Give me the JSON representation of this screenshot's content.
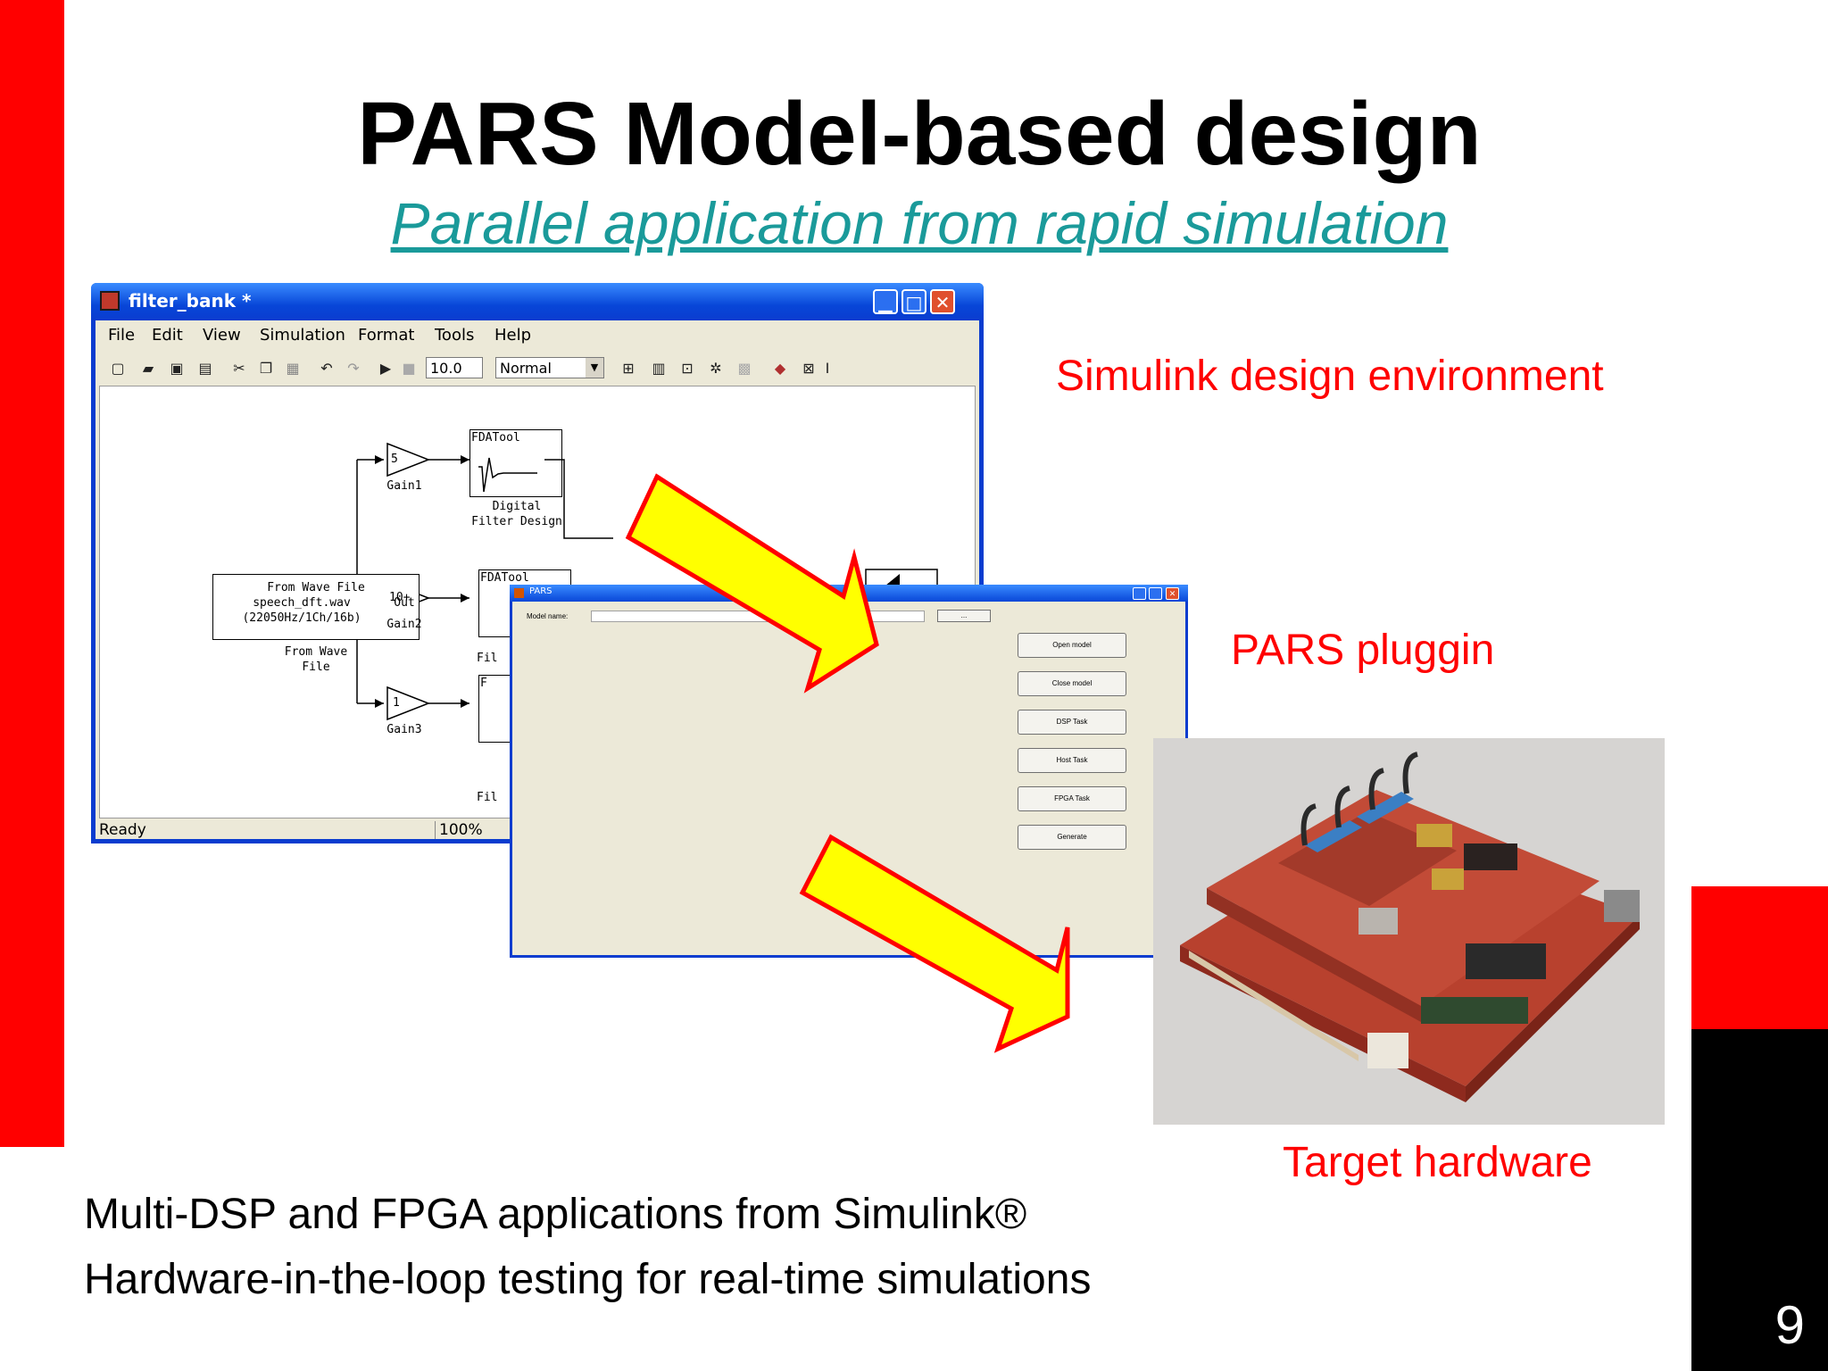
{
  "slide": {
    "title": "PARS Model-based design",
    "subtitle": "Parallel application from rapid simulation",
    "page_number": "9",
    "colors": {
      "accent_red": "#ff0000",
      "subtitle_teal": "#1a9a9a",
      "arrow_yellow": "#ffff00"
    }
  },
  "labels": {
    "simulink_env": "Simulink design environment",
    "pars_plugin": "PARS pluggin",
    "target_hw": "Target hardware"
  },
  "bullets": [
    "Multi-DSP and FPGA applications from Simulink®",
    "Hardware-in-the-loop testing for real-time simulations"
  ],
  "simulink_window": {
    "title": "filter_bank *",
    "menu": [
      "File",
      "Edit",
      "View",
      "Simulation",
      "Format",
      "Tools",
      "Help"
    ],
    "stop_time": "10.0",
    "sim_mode": "Normal",
    "status_left": "Ready",
    "status_zoom": "100%",
    "blocks": {
      "source_line1": "From Wave File",
      "source_line2": "speech_dft.wav",
      "source_line3": "(22050Hz/1Ch/16b)",
      "source_port": "Out",
      "source_caption_1": "From Wave",
      "source_caption_2": "File",
      "gain1_value": "5",
      "gain1_label": "Gain1",
      "gain2_value": "10+",
      "gain2_label": "Gain2",
      "gain3_value": "1",
      "gain3_label": "Gain3",
      "fda1_title": "FDATool",
      "fda1_caption_1": "Digital",
      "fda1_caption_2": "Filter Design",
      "fda2_title": "FDATool",
      "fda3_title": "F",
      "fil_partial": "Fil"
    }
  },
  "pars_window": {
    "title": "PARS",
    "model_name_label": "Model name:",
    "browse_label": "...",
    "buttons": [
      "Open model",
      "Close model",
      "DSP Task",
      "Host Task",
      "FPGA Task",
      "Generate"
    ]
  }
}
